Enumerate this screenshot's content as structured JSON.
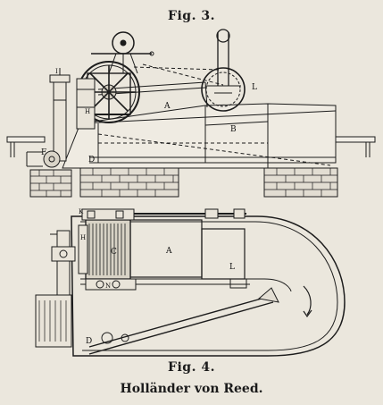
{
  "captions": {
    "fig3": "Fig. 3.",
    "fig4": "Fig. 4.",
    "subtitle": "Holländer von Reed."
  },
  "fig3_labels": {
    "A": "A",
    "B": "B",
    "D": "D",
    "F": "F",
    "L": "L",
    "H": "H",
    "I": "I"
  },
  "fig4_labels": {
    "A": "A",
    "C": "C",
    "L": "L",
    "K": "K",
    "H": "H",
    "D": "D",
    "N": "N"
  },
  "colors": {
    "background": "#ebe7dd",
    "ink": "#1c1c1c"
  }
}
